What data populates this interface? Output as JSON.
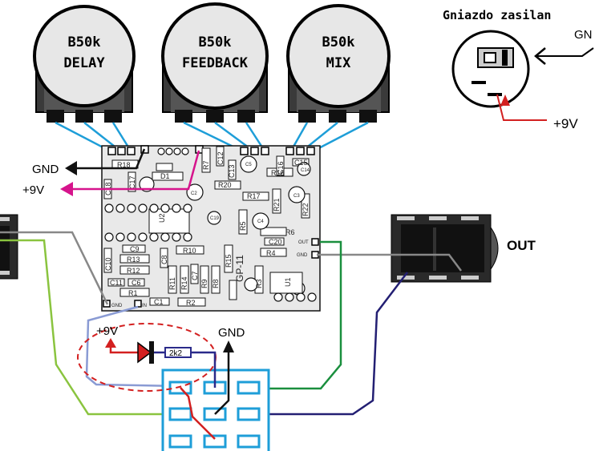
{
  "pots": [
    {
      "value": "B50k",
      "name": "DELAY"
    },
    {
      "value": "B50k",
      "name": "FEEDBACK"
    },
    {
      "value": "B50k",
      "name": "MIX"
    }
  ],
  "power_jack": {
    "title": "Gniazdo zasilan",
    "gnd_label": "GN",
    "plus_label": "+9V"
  },
  "board": {
    "name": "GP-11",
    "ic_labels": [
      "U2",
      "U1"
    ],
    "components": [
      "R18",
      "D1",
      "C12",
      "C13",
      "C16",
      "C15",
      "R16",
      "R7",
      "R17",
      "R21",
      "R22",
      "R20",
      "C5",
      "C4",
      "C2",
      "C3",
      "C19",
      "C10",
      "C9",
      "R13",
      "R12",
      "C11",
      "C6",
      "R1",
      "C1",
      "R2",
      "R10",
      "C8",
      "R11",
      "R14",
      "R9",
      "R8",
      "C7",
      "R15",
      "C20",
      "R4",
      "R3",
      "R5",
      "R6",
      "C14",
      "C18",
      "C17"
    ],
    "pad_labels": {
      "in": "IN",
      "gnd": "GND",
      "out": "OUT",
      "gnd2": "GND"
    }
  },
  "left_labels": {
    "gnd": "GND",
    "plus9v": "+9V"
  },
  "output_jack_label": "OUT",
  "bottom": {
    "plus9v": "+9V",
    "gnd": "GND",
    "resistor": "2k2"
  }
}
